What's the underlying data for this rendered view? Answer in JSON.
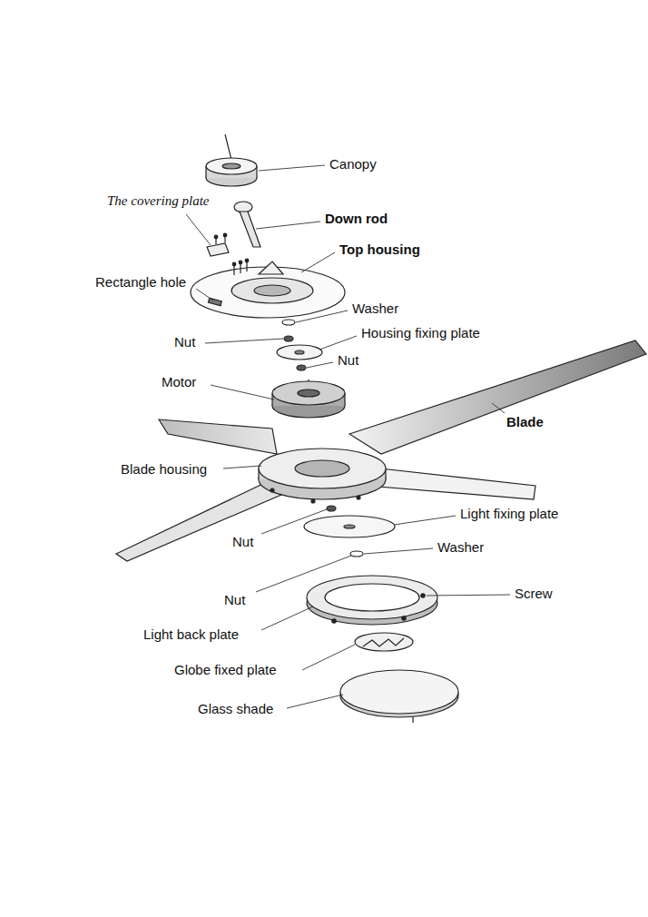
{
  "diagram": {
    "labels": [
      "Canopy",
      "The covering plate",
      "Down rod",
      "Top housing",
      "Rectangle hole",
      "Washer",
      "Nut",
      "Housing fixing plate",
      "Nut",
      "Motor",
      "Blade",
      "Blade housing",
      "Light fixing plate",
      "Nut",
      "Washer",
      "Screw",
      "Nut",
      "Light back plate",
      "Globe fixed plate",
      "Glass shade"
    ]
  }
}
